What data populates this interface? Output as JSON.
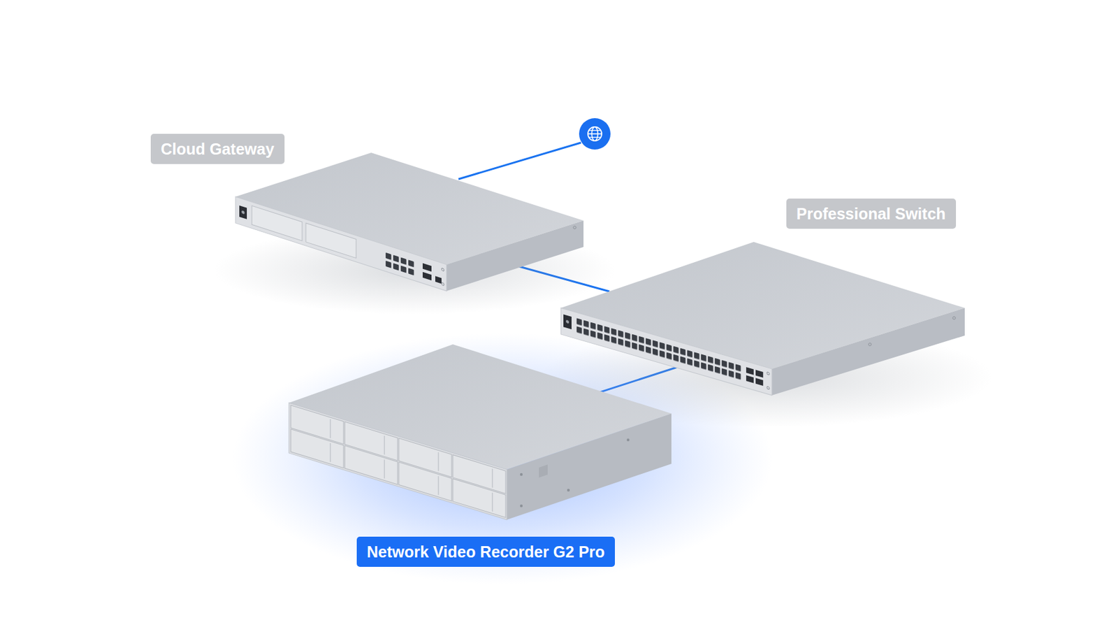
{
  "diagram": {
    "nodes": [
      {
        "text": [
          "Cloud Gateway"
        ]
      },
      {
        "text": [
          "Professional Switch"
        ]
      },
      {
        "text": [
          "Network Video Recorder G2 Pro"
        ]
      }
    ],
    "edges": [
      {
        "from": 0,
        "to": 1,
        "arrow": "none"
      },
      {
        "from": 1,
        "to": 2,
        "arrow": "none"
      }
    ]
  }
}
